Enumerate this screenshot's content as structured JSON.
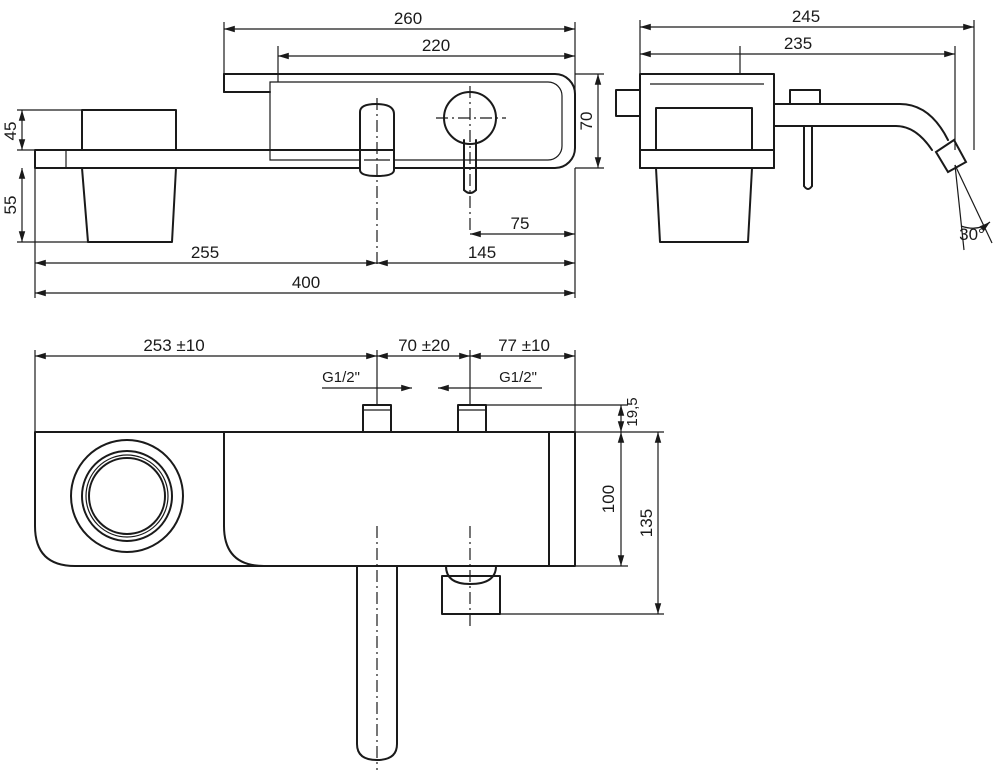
{
  "dimensions": {
    "top_view": {
      "d260": "260",
      "d220": "220",
      "d70": "70",
      "d45": "45",
      "d55": "55",
      "d75": "75",
      "d255": "255",
      "d145": "145",
      "d400": "400"
    },
    "side_view": {
      "d245": "245",
      "d235": "235",
      "angle": "30°"
    },
    "front_view": {
      "d253": "253 ±10",
      "d70": "70 ±20",
      "d77": "77 ±10",
      "thread_left": "G1/2\"",
      "thread_right": "G1/2\"",
      "d19_5": "19,5",
      "d100": "100",
      "d135": "135"
    }
  }
}
